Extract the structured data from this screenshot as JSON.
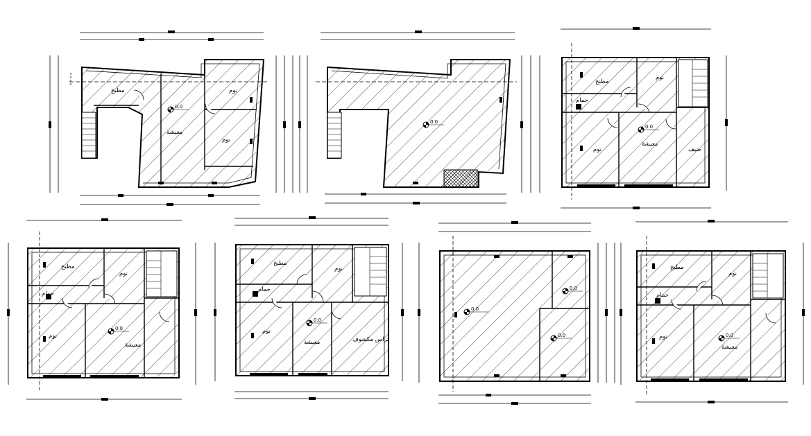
{
  "drawing": {
    "labels": {
      "kitchen": "مطبخ",
      "bedroom": "نوم",
      "living": "معيشة",
      "bath": "حمام",
      "toilet": "حمام",
      "guest": "ضيف",
      "roof": "تراس مكشوف",
      "level": "0.0"
    },
    "colors": {
      "ink": "#000000",
      "background": "#ffffff"
    }
  }
}
